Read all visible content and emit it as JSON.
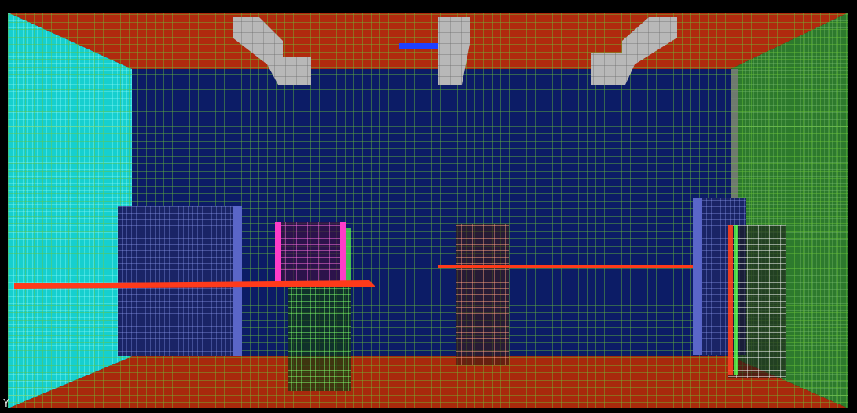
{
  "viewer": {
    "axis_label": "Y"
  },
  "colors": {
    "background": "#000000",
    "back_wall": "#0c1c66",
    "ceiling": "#b02a0e",
    "floor": "#a8290c",
    "left_wall": "#16cfcf",
    "right_wall": "#2d7a2d",
    "mesh_line": "#6bc437",
    "duct": "#b8b8b8",
    "blue_box": "#5a66c8",
    "magenta_box": "#ff3cc8",
    "green_box": "#58ff48",
    "salmon_box": "#ff8a6a",
    "white_box": "#f2f2f2",
    "red_plate": "#ff3a1a",
    "blue_strip": "#2040ff"
  },
  "objects": [
    "left-wall",
    "right-wall",
    "back-wall",
    "ceiling",
    "floor",
    "ceiling-duct-left",
    "ceiling-duct-center",
    "ceiling-duct-right",
    "rack-blue-left",
    "rack-magenta",
    "rack-green",
    "rack-salmon",
    "rack-blue-right",
    "rack-white",
    "plate-red-left",
    "plate-red-right",
    "strip-blue-ceiling"
  ]
}
